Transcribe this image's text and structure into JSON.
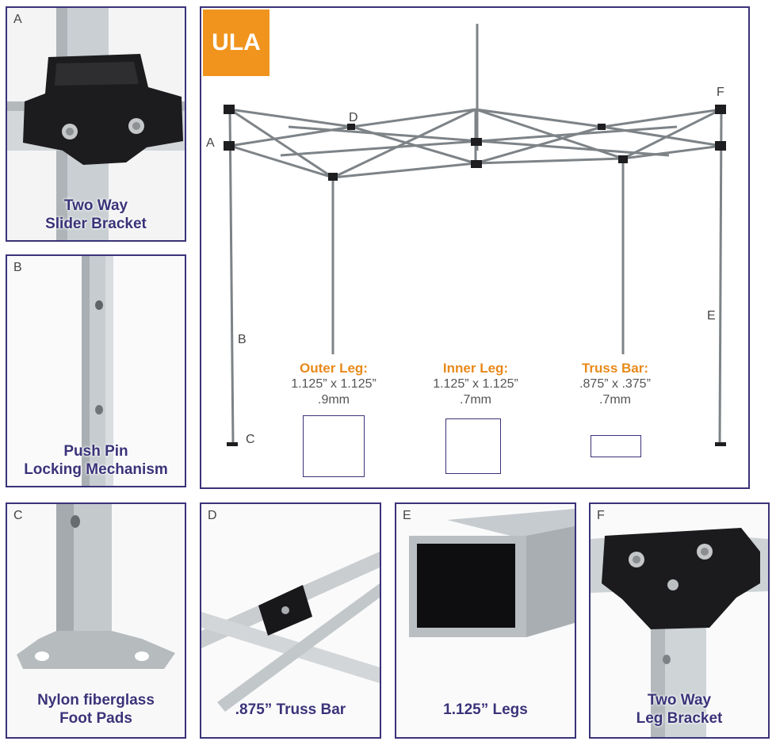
{
  "brand": {
    "logo_text": "ULA",
    "accent": "#f0941d",
    "frame_color": "#3a3379"
  },
  "panels": {
    "a": {
      "letter": "A",
      "caption_1": "Two Way",
      "caption_2": "Slider Bracket"
    },
    "b": {
      "letter": "B",
      "caption_1": "Push Pin",
      "caption_2": "Locking Mechanism"
    },
    "c": {
      "letter": "C",
      "caption_1": "Nylon fiberglass",
      "caption_2": "Foot Pads"
    },
    "d": {
      "letter": "D",
      "caption_1": ".875” Truss Bar"
    },
    "e": {
      "letter": "E",
      "caption_1": "1.125” Legs"
    },
    "f": {
      "letter": "F",
      "caption_1": "Two Way",
      "caption_2": "Leg Bracket"
    }
  },
  "frame_labels": {
    "a": "A",
    "b": "B",
    "c": "C",
    "d": "D",
    "e": "E",
    "f": "F"
  },
  "specs": [
    {
      "title": "Outer Leg:",
      "dims": "1.125” x 1.125”",
      "gauge": ".9mm"
    },
    {
      "title": "Inner Leg:",
      "dims": "1.125” x 1.125”",
      "gauge": ".7mm"
    },
    {
      "title": "Truss Bar:",
      "dims": ".875” x .375”",
      "gauge": ".7mm"
    }
  ]
}
